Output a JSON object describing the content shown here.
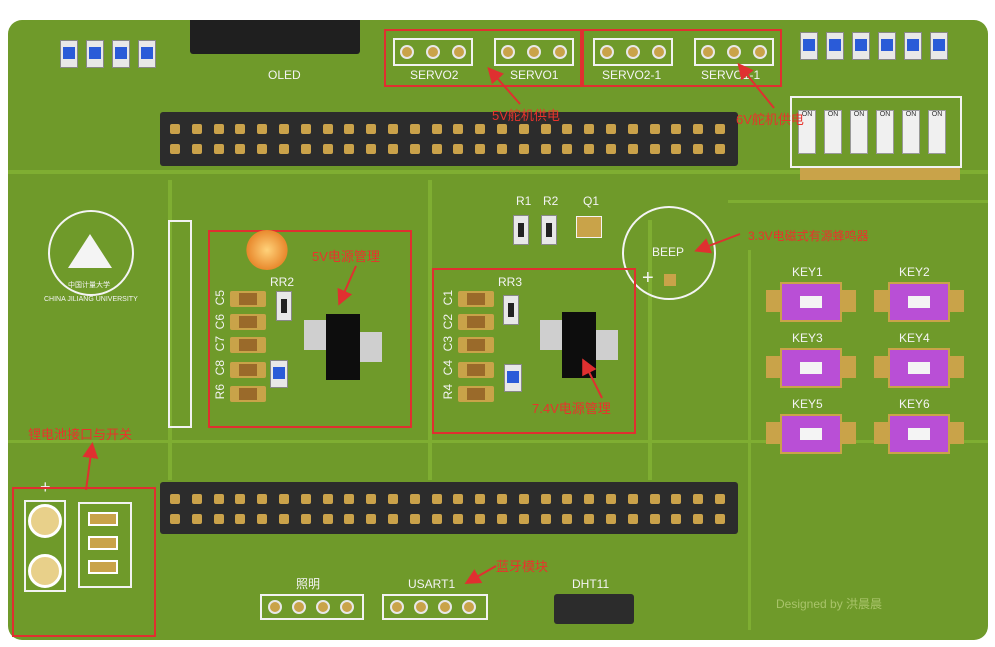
{
  "labels": {
    "oled": "OLED",
    "servo2": "SERVO2",
    "servo1": "SERVO1",
    "servo2_1": "SERVO2-1",
    "servo1_1": "SERVO1-1",
    "r1": "R1",
    "r2": "R2",
    "q1": "Q1",
    "beep": "BEEP",
    "plus": "+",
    "rr2": "RR2",
    "rr3": "RR3",
    "c5": "C5",
    "c6": "C6",
    "c7": "C7",
    "c8": "C8",
    "r6": "R6",
    "c1": "C1",
    "c2": "C2",
    "c3": "C3",
    "c4": "C4",
    "r4": "R4",
    "key1": "KEY1",
    "key2": "KEY2",
    "key3": "KEY3",
    "key4": "KEY4",
    "key5": "KEY5",
    "key6": "KEY6",
    "lighting": "照明",
    "usart1": "USART1",
    "dht11": "DHT11",
    "designed_by": "Designed by 洪晨晨",
    "university": "CHINA JILIANG UNIVERSITY",
    "university_cn": "中国计量大学",
    "battery_plus": "+",
    "switch_on": "ON"
  },
  "annotations": {
    "servo_5v": "5V舵机供电",
    "servo_6v": "6V舵机供电",
    "buzzer": "3.3V电磁式有源蜂鸣器",
    "reg_5v": "5V电源管理",
    "reg_74v": "7.4V电源管理",
    "battery": "锂电池接口与开关",
    "bluetooth": "蓝牙模块"
  },
  "colors": {
    "board": "#6f9a2a",
    "annotation": "#e03030",
    "silkscreen": "#f4f4f4",
    "key_cap": "#b94fd6",
    "pad": "#c9a349"
  }
}
